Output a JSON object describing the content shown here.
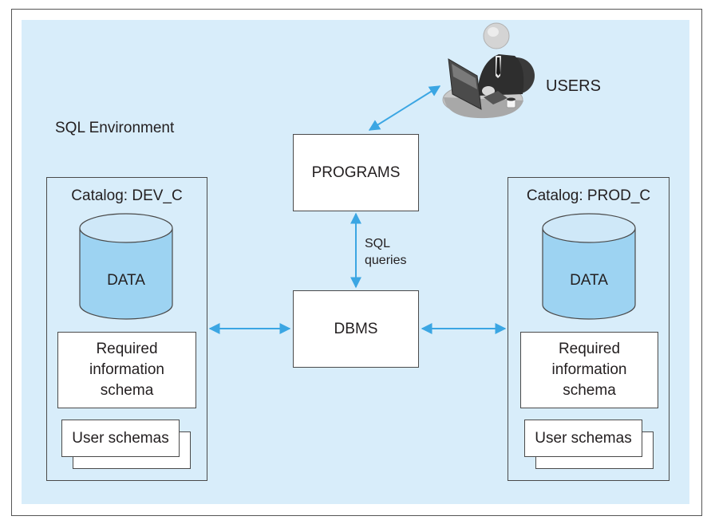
{
  "diagram": {
    "environment_label": "SQL Environment",
    "users_label": "USERS",
    "programs_label": "PROGRAMS",
    "dbms_label": "DBMS",
    "sql_queries_label_line1": "SQL",
    "sql_queries_label_line2": "queries",
    "catalogs": [
      {
        "title": "Catalog: DEV_C",
        "data_label": "DATA",
        "info_schema_line1": "Required",
        "info_schema_line2": "information",
        "info_schema_line3": "schema",
        "user_schemas_label": "User schemas"
      },
      {
        "title": "Catalog: PROD_C",
        "data_label": "DATA",
        "info_schema_line1": "Required",
        "info_schema_line2": "information",
        "info_schema_line3": "schema",
        "user_schemas_label": "User schemas"
      }
    ],
    "colors": {
      "background_panel": "#d8edfa",
      "cylinder_body": "#9dd3f2",
      "cylinder_top": "#cfe8f8",
      "arrow": "#3ba6e3",
      "border": "#4a4a4a"
    },
    "icons": {
      "users": "user-at-computer-icon"
    }
  }
}
